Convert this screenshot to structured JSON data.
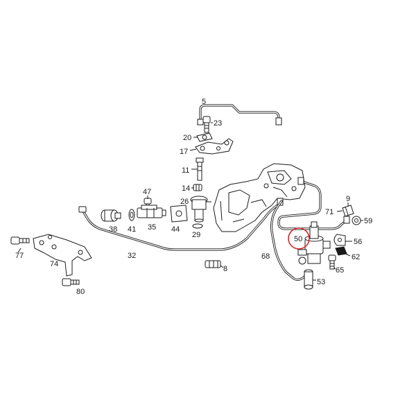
{
  "diagram": {
    "type": "exploded-parts-diagram",
    "highlight_color": "#d62828",
    "highlighted_part": "50",
    "part_labels": [
      "5",
      "23",
      "20",
      "17",
      "11",
      "14",
      "26",
      "47",
      "9",
      "71",
      "59",
      "38",
      "41",
      "35",
      "44",
      "29",
      "50",
      "56",
      "77",
      "74",
      "32",
      "68",
      "62",
      "8",
      "65",
      "53",
      "80"
    ]
  }
}
